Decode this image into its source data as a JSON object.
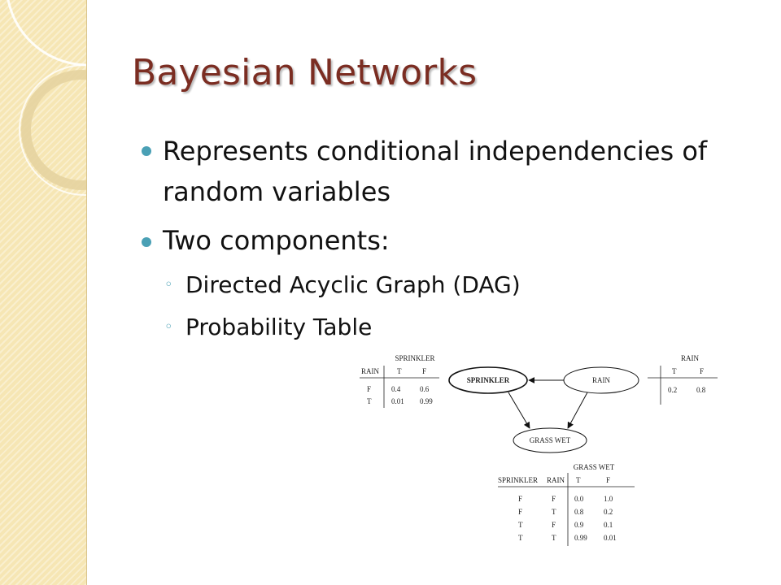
{
  "slide": {
    "title": "Bayesian Networks"
  },
  "bullets": [
    {
      "line1": "Represents conditional independencies of",
      "line2": "random variables"
    },
    {
      "line1": "Two components:"
    }
  ],
  "sub_bullets": [
    "Directed Acyclic Graph (DAG)",
    "Probability Table"
  ],
  "nodes": {
    "sprinkler": "SPRINKLER",
    "rain": "RAIN",
    "grass": "GRASS WET"
  },
  "tables": {
    "sprinkler": {
      "title": "SPRINKLER",
      "given": "RAIN",
      "cols": [
        "T",
        "F"
      ],
      "rows": [
        [
          "F",
          "0.4",
          "0.6"
        ],
        [
          "T",
          "0.01",
          "0.99"
        ]
      ]
    },
    "rain": {
      "title": "RAIN",
      "cols": [
        "T",
        "F"
      ],
      "row": [
        "0.2",
        "0.8"
      ]
    },
    "grass": {
      "title": "GRASS WET",
      "given": [
        "SPRINKLER",
        "RAIN"
      ],
      "cols": [
        "T",
        "F"
      ],
      "rows": [
        [
          "F",
          "F",
          "0.0",
          "1.0"
        ],
        [
          "F",
          "T",
          "0.8",
          "0.2"
        ],
        [
          "T",
          "F",
          "0.9",
          "0.1"
        ],
        [
          "T",
          "T",
          "0.99",
          "0.01"
        ]
      ]
    }
  },
  "theme": {
    "title_color": "#7b2d22",
    "bullet_color": "#4aa0b5",
    "band_color": "#f6e6b4"
  }
}
